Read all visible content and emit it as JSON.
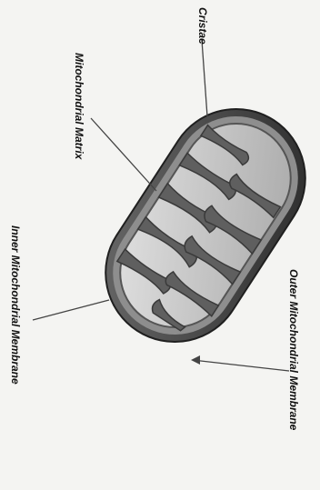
{
  "labels": {
    "cristae": "Cristae",
    "matrix": "Mitochondrial Matrix",
    "inner_membrane": "Inner Mitochondrial Membrane",
    "outer_membrane": "Outer Mitochondrial Membrane"
  },
  "colors": {
    "background": "#f4f4f2",
    "outer_membrane": "#3a3a3a",
    "intermembrane": "#8e8e8e",
    "matrix": "#c9c9c9",
    "cristae": "#5a5a5a",
    "leader_line": "#444444"
  }
}
